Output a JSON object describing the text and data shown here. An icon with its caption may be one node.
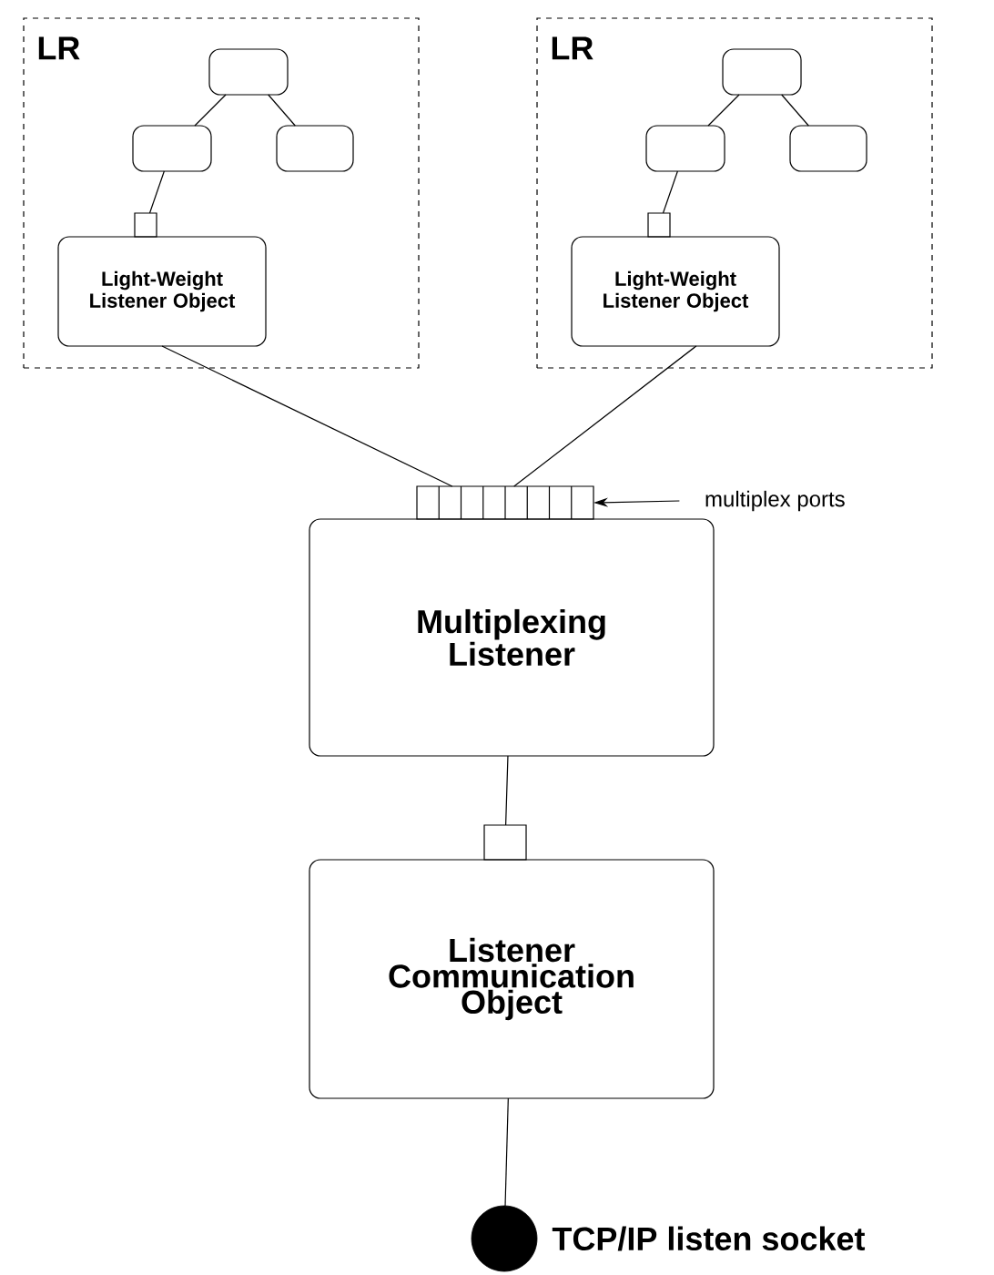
{
  "diagram": {
    "nodes": [
      {
        "text": [
          "LR"
        ]
      },
      {
        "text": [],
        "shape": "box",
        "in": 0
      },
      {
        "text": [],
        "shape": "box",
        "in": 0
      },
      {
        "text": [],
        "shape": "box",
        "in": 0
      },
      {
        "text": [],
        "shape": "box",
        "in": 0
      },
      {
        "text": [
          "Light-Weight Listener Object"
        ],
        "in": 0
      },
      {
        "text": [
          "LR"
        ]
      },
      {
        "text": [],
        "shape": "box",
        "in": 6
      },
      {
        "text": [],
        "shape": "box",
        "in": 6
      },
      {
        "text": [],
        "shape": "box",
        "in": 6
      },
      {
        "text": [],
        "shape": "box",
        "in": 6
      },
      {
        "text": [
          "Light-Weight Listener Object"
        ],
        "in": 6
      },
      {
        "text": [],
        "shape": "bar"
      },
      {
        "text": [
          "multiplex ports"
        ]
      },
      {
        "text": [
          "Multiplexing Listener"
        ]
      },
      {
        "text": [],
        "shape": "box"
      },
      {
        "text": [
          "Listener Communication Object"
        ]
      },
      {
        "text": [],
        "shape": "circle",
        "beside": [
          "TCP/IP listen socket"
        ]
      }
    ],
    "edges": [
      {
        "from": 1,
        "to": 2,
        "arrow": "none"
      },
      {
        "from": 1,
        "to": 3,
        "arrow": "none"
      },
      {
        "from": 2,
        "to": 4,
        "arrow": "none"
      },
      {
        "from": 7,
        "to": 8,
        "arrow": "none"
      },
      {
        "from": 7,
        "to": 9,
        "arrow": "none"
      },
      {
        "from": 8,
        "to": 10,
        "arrow": "none"
      },
      {
        "from": 5,
        "to": 12,
        "arrow": "none"
      },
      {
        "from": 11,
        "to": 12,
        "arrow": "none"
      },
      {
        "from": 13,
        "to": 12,
        "arrow": "to"
      },
      {
        "from": 14,
        "to": 15,
        "arrow": "none"
      },
      {
        "from": 16,
        "to": 17,
        "arrow": "none"
      }
    ]
  }
}
